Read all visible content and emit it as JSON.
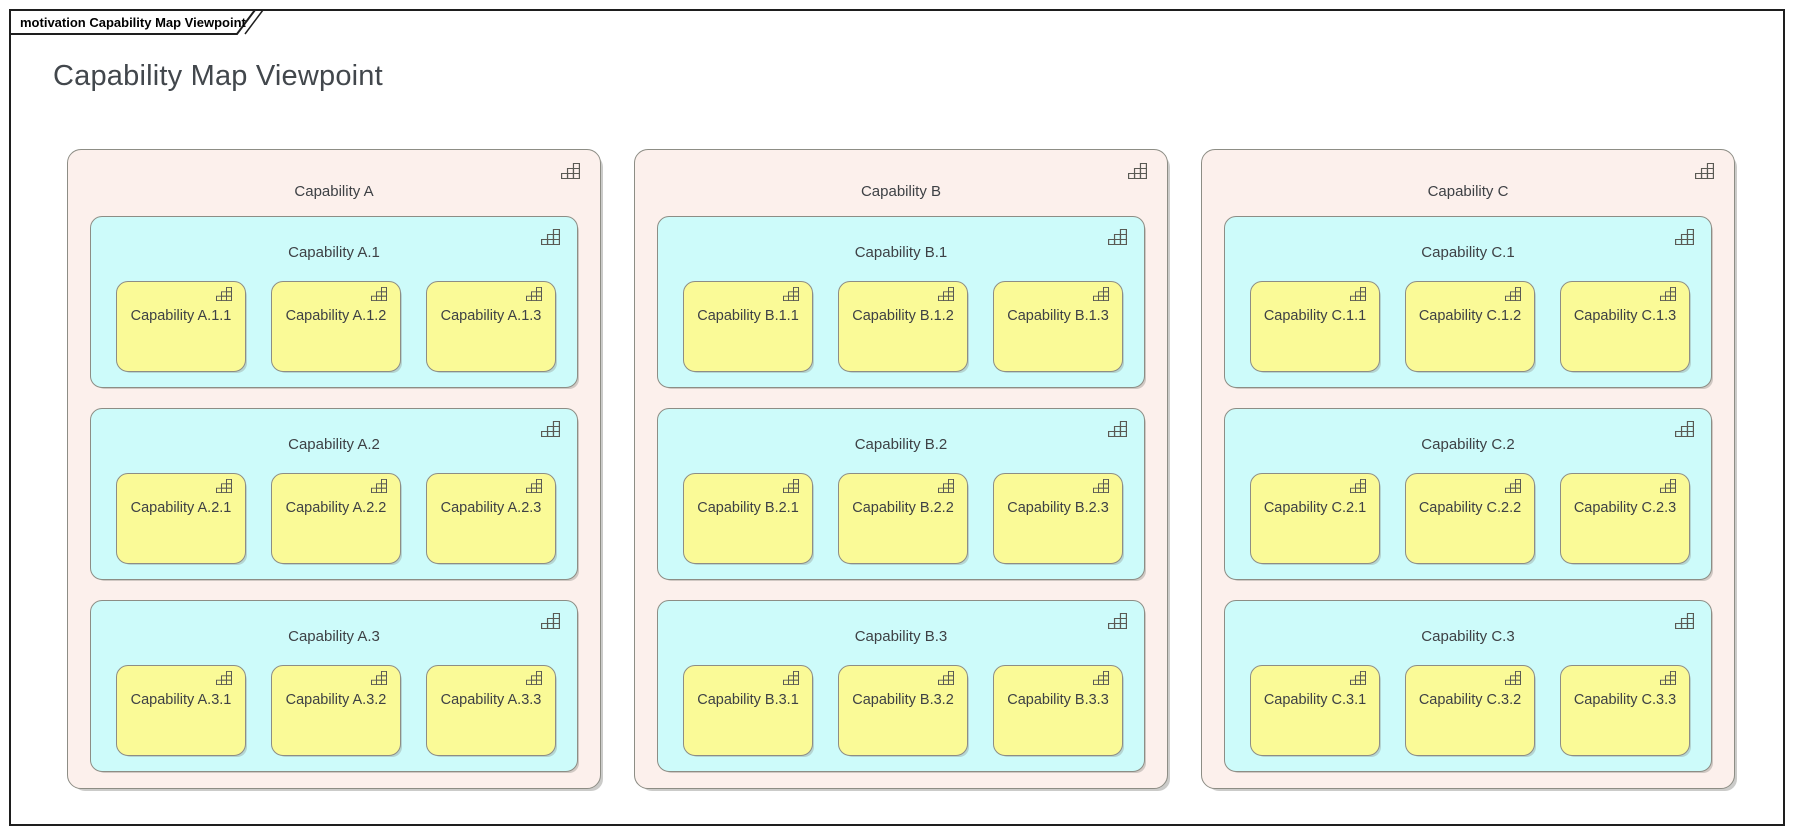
{
  "frame": {
    "tab_label": "motivation Capability Map Viewpoint",
    "title": "Capability Map Viewpoint"
  },
  "icons": {
    "capability": "staircase-grid-icon"
  },
  "colors": {
    "frame_border": "#1E1E1E",
    "group_fill": "#FCF0EC",
    "subgroup_fill": "#CDFBFA",
    "leaf_fill": "#FAFA97",
    "box_border": "#8D8D85",
    "label_text": "#3E4145",
    "title_text": "#42474C"
  },
  "capabilities": [
    {
      "label": "Capability A",
      "children": [
        {
          "label": "Capability A.1",
          "children": [
            {
              "label": "Capability A.1.1"
            },
            {
              "label": "Capability A.1.2"
            },
            {
              "label": "Capability A.1.3"
            }
          ]
        },
        {
          "label": "Capability A.2",
          "children": [
            {
              "label": "Capability A.2.1"
            },
            {
              "label": "Capability A.2.2"
            },
            {
              "label": "Capability A.2.3"
            }
          ]
        },
        {
          "label": "Capability A.3",
          "children": [
            {
              "label": "Capability A.3.1"
            },
            {
              "label": "Capability A.3.2"
            },
            {
              "label": "Capability A.3.3"
            }
          ]
        }
      ]
    },
    {
      "label": "Capability B",
      "children": [
        {
          "label": "Capability B.1",
          "children": [
            {
              "label": "Capability B.1.1"
            },
            {
              "label": "Capability B.1.2"
            },
            {
              "label": "Capability B.1.3"
            }
          ]
        },
        {
          "label": "Capability B.2",
          "children": [
            {
              "label": "Capability B.2.1"
            },
            {
              "label": "Capability B.2.2"
            },
            {
              "label": "Capability B.2.3"
            }
          ]
        },
        {
          "label": "Capability B.3",
          "children": [
            {
              "label": "Capability B.3.1"
            },
            {
              "label": "Capability B.3.2"
            },
            {
              "label": "Capability B.3.3"
            }
          ]
        }
      ]
    },
    {
      "label": "Capability C",
      "children": [
        {
          "label": "Capability C.1",
          "children": [
            {
              "label": "Capability C.1.1"
            },
            {
              "label": "Capability C.1.2"
            },
            {
              "label": "Capability C.1.3"
            }
          ]
        },
        {
          "label": "Capability C.2",
          "children": [
            {
              "label": "Capability C.2.1"
            },
            {
              "label": "Capability C.2.2"
            },
            {
              "label": "Capability C.2.3"
            }
          ]
        },
        {
          "label": "Capability C.3",
          "children": [
            {
              "label": "Capability C.3.1"
            },
            {
              "label": "Capability C.3.2"
            },
            {
              "label": "Capability C.3.3"
            }
          ]
        }
      ]
    }
  ]
}
